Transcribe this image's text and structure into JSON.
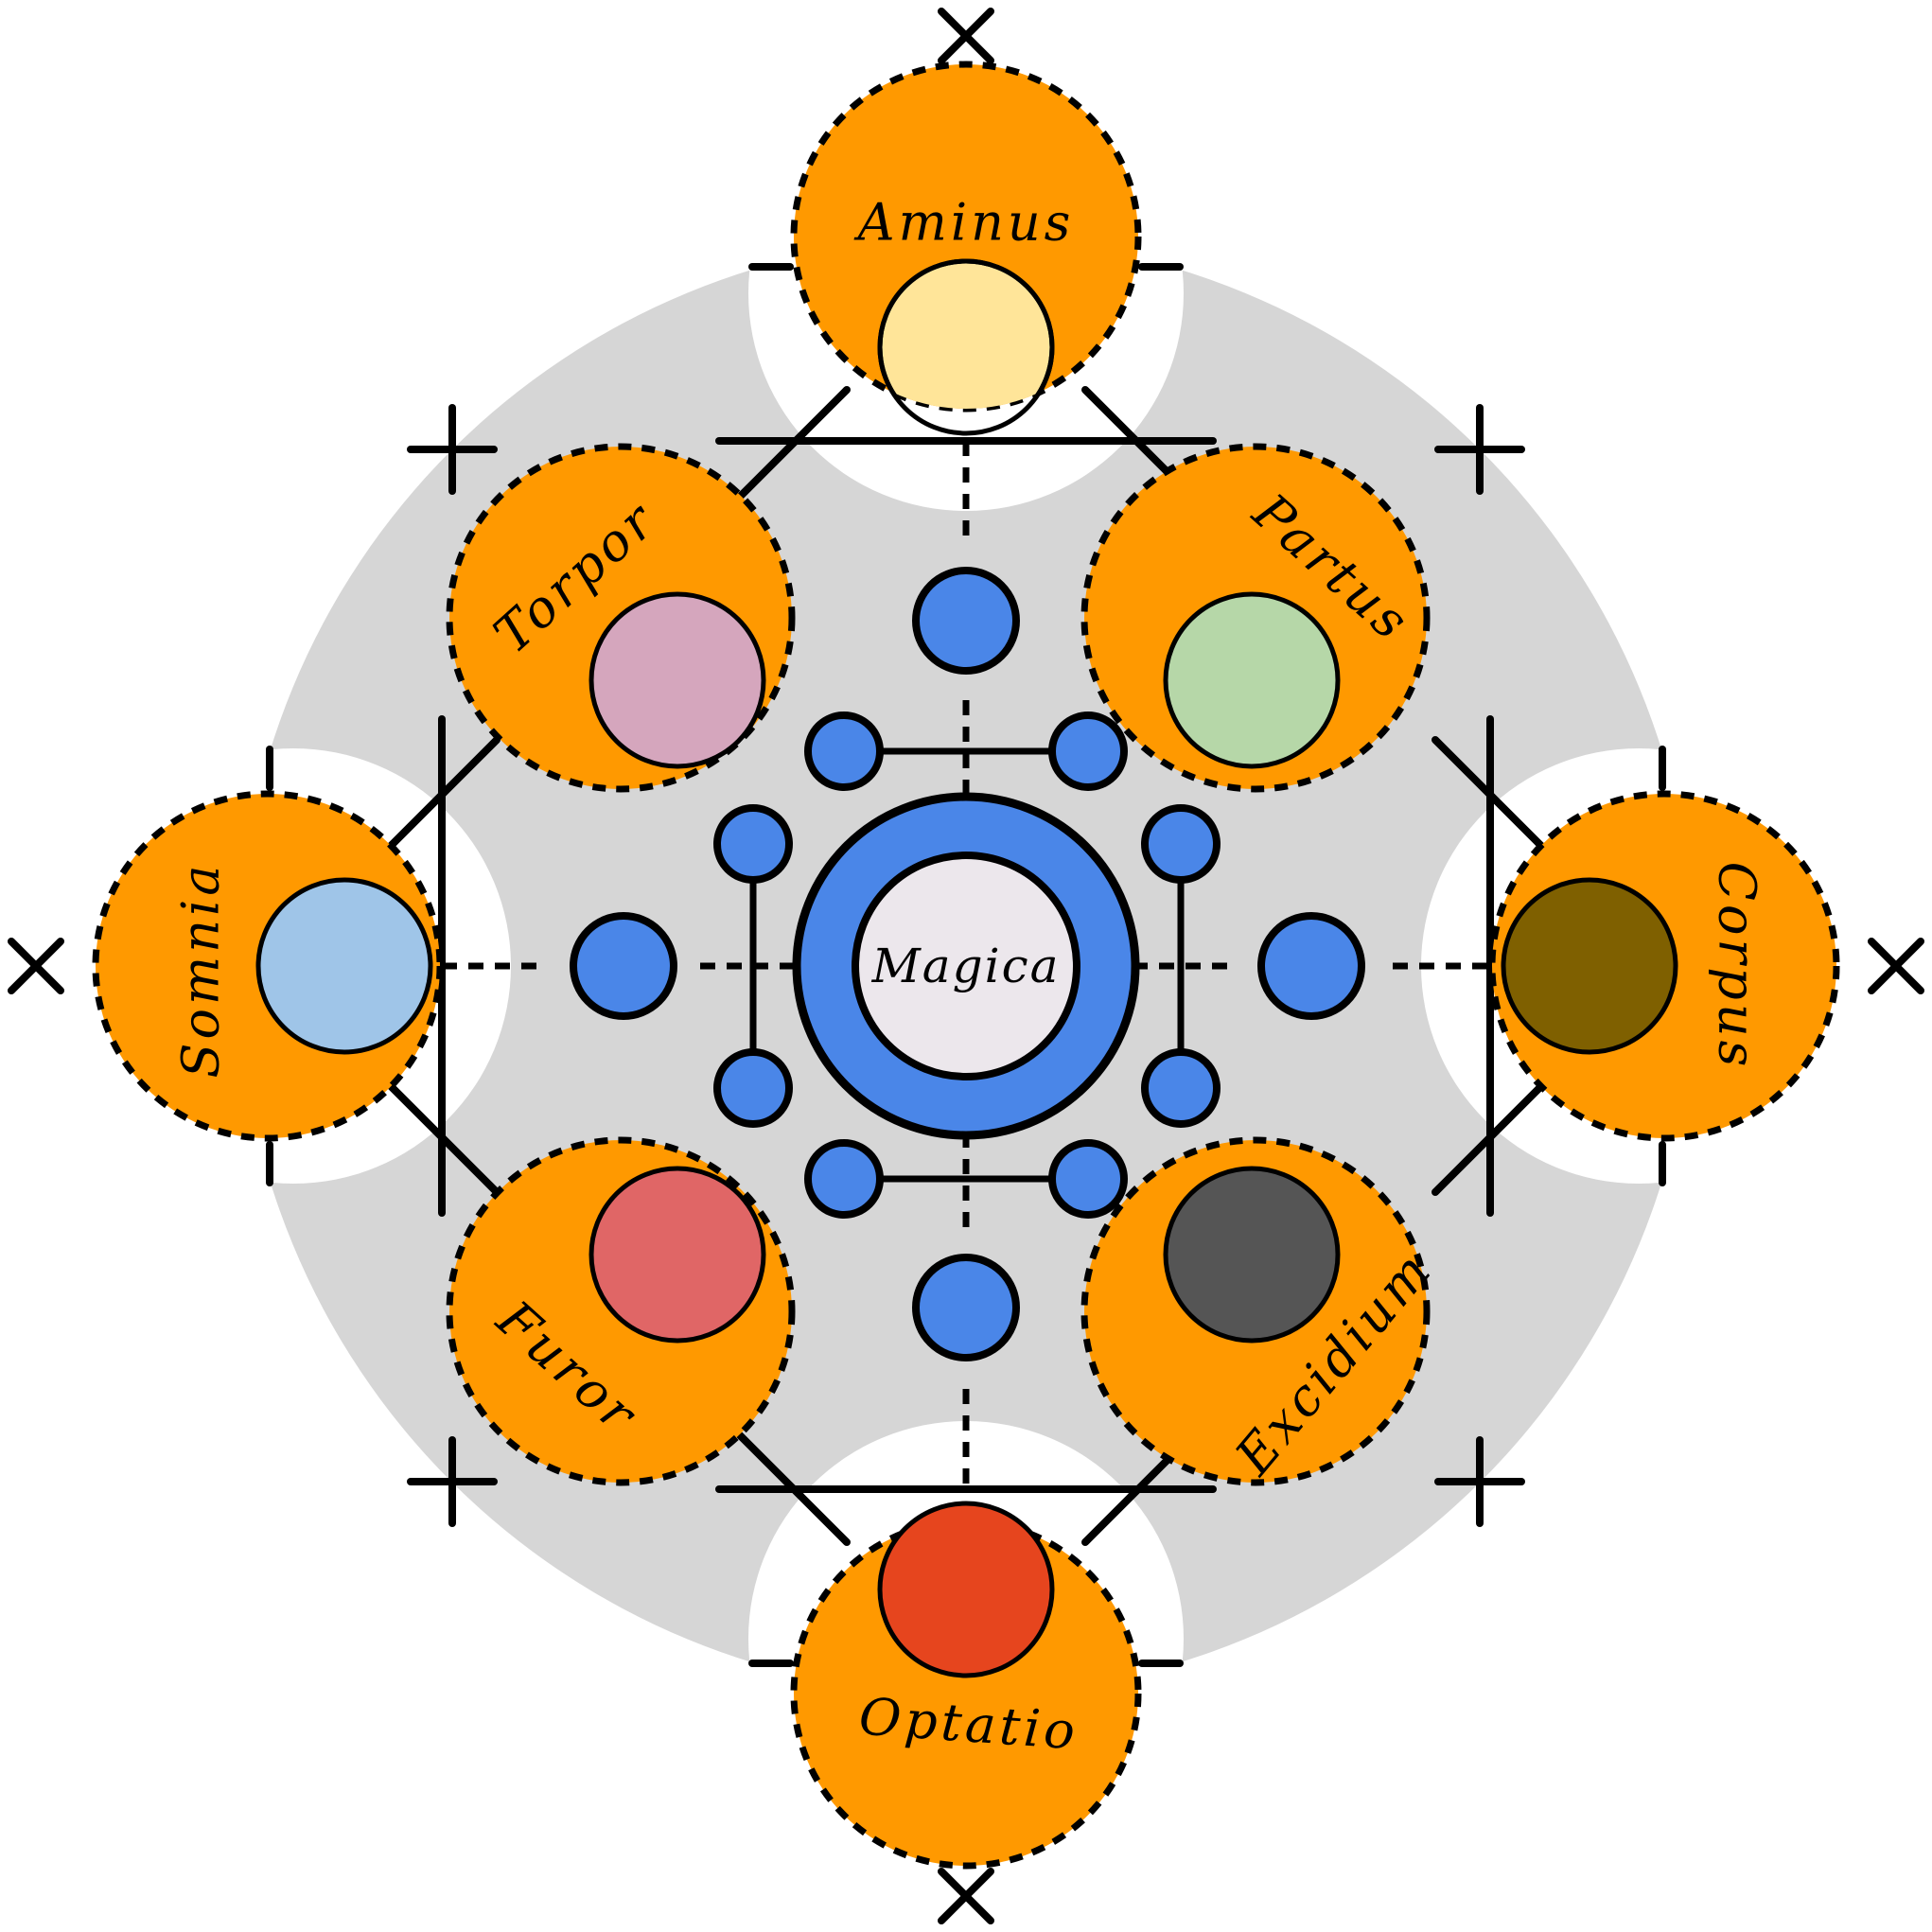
{
  "center": {
    "label": "Magica",
    "fill": "#ece7ec",
    "ring": "#4a86e8"
  },
  "colors": {
    "ring_background": "#d6d6d6",
    "petal": "#ff9900",
    "node_blue": "#4a86e8",
    "line": "#000000"
  },
  "petals": [
    {
      "label": "Aminus",
      "fill": "#ffe599",
      "marker": "cross"
    },
    {
      "label": "Partus",
      "fill": "#b6d7a8",
      "marker": "plus"
    },
    {
      "label": "Corpus",
      "fill": "#7f6000",
      "marker": "cross"
    },
    {
      "label": "Excidium",
      "fill": "#555555",
      "marker": "plus"
    },
    {
      "label": "Optatio",
      "fill": "#e6451e",
      "marker": "cross"
    },
    {
      "label": "Furor",
      "fill": "#e06666",
      "marker": "plus"
    },
    {
      "label": "Somnia",
      "fill": "#9fc5e8",
      "marker": "cross"
    },
    {
      "label": "Torpor",
      "fill": "#d5a6bd",
      "marker": "plus"
    }
  ]
}
